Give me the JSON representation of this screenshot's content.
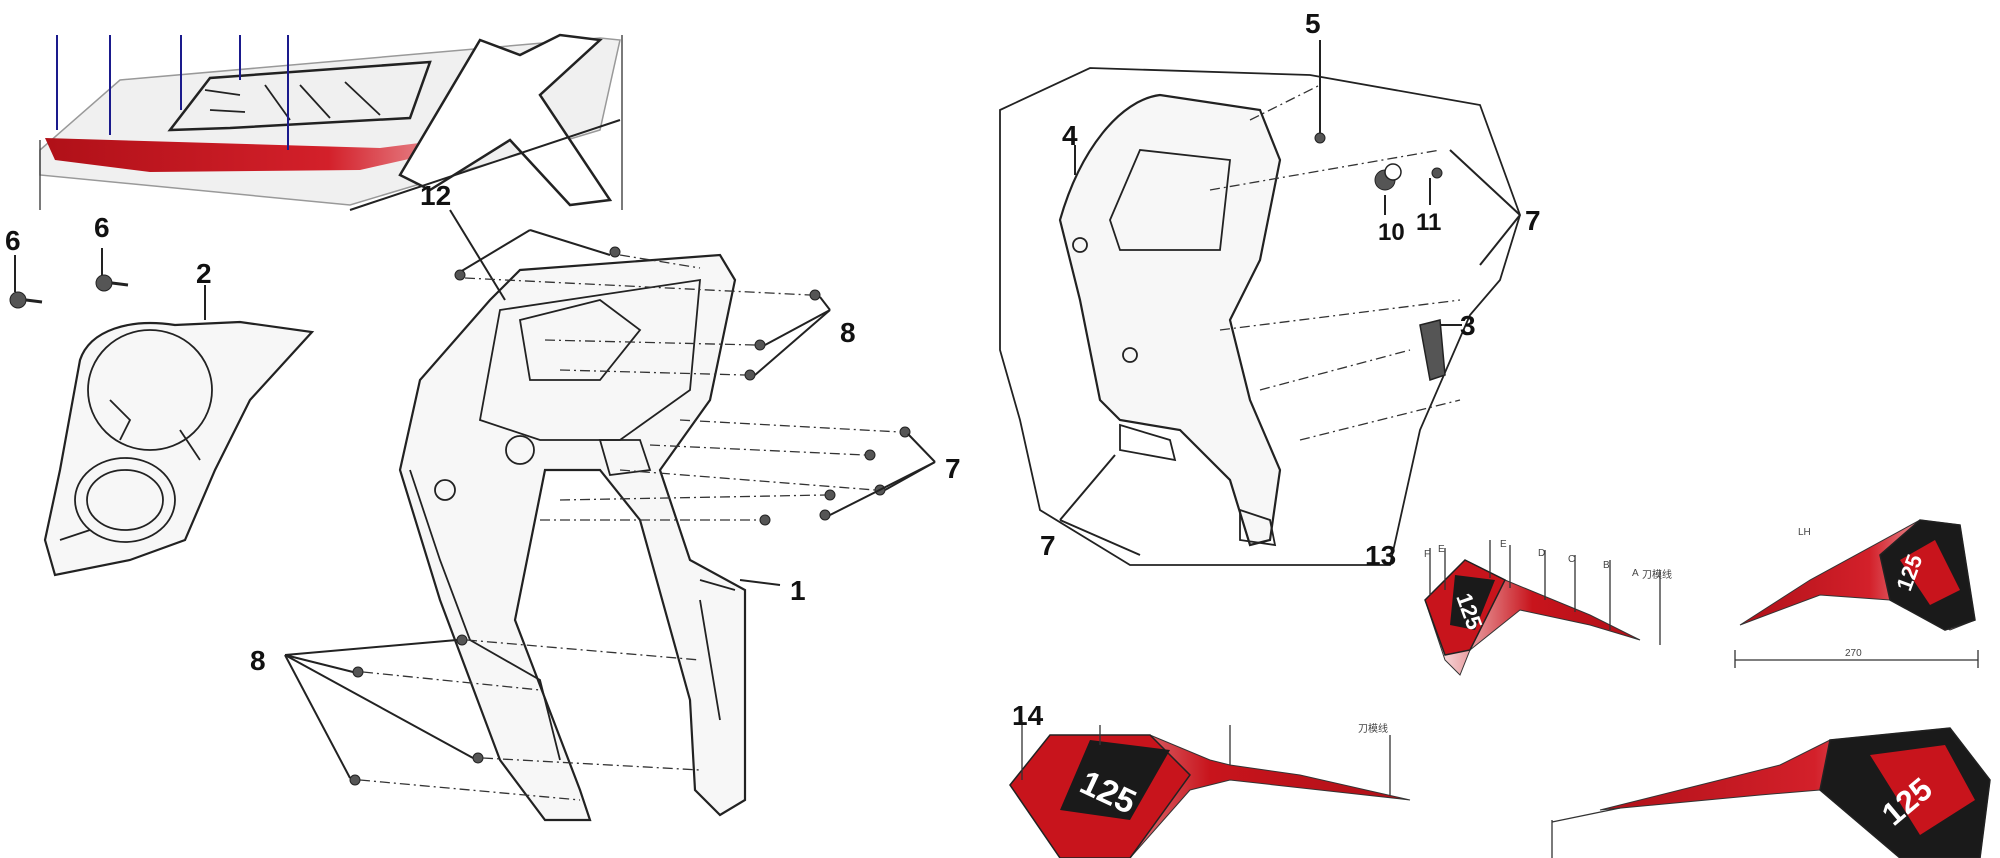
{
  "diagram": {
    "callouts": {
      "c1": "1",
      "c2": "2",
      "c3": "3",
      "c4": "4",
      "c5": "5",
      "c6a": "6",
      "c6b": "6",
      "c7a": "7",
      "c7b": "7",
      "c7c": "7",
      "c8a": "8",
      "c8b": "8",
      "c10": "10",
      "c11": "11",
      "c12": "12",
      "c13": "13",
      "c14": "14"
    },
    "decal_13": {
      "model_text": "125",
      "tick_labels": [
        "F",
        "E",
        "E",
        "D",
        "C",
        "B",
        "A"
      ],
      "note": "刀模线"
    },
    "decal_13b": {
      "header": "LH",
      "dimension": "270",
      "model_text": "125"
    },
    "decal_14": {
      "model_text": "125",
      "note": "刀模线"
    },
    "decal_14b": {
      "model_text": "125"
    },
    "colors": {
      "decal_red": "#c8141c",
      "decal_dark": "#1a1a1a",
      "leader_blue": "#1a1a8c"
    }
  }
}
